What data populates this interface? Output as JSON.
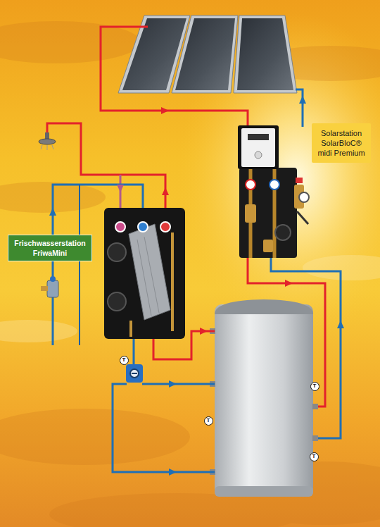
{
  "diagram": {
    "nodes": [
      {
        "text": [
          "Solarstation SolarBloC® midi Premium"
        ]
      },
      {
        "text": [
          "Frischwasserstation FriwaMini"
        ]
      },
      {
        "text": [
          "T"
        ]
      },
      {
        "text": [
          "T"
        ]
      },
      {
        "text": [
          "T"
        ]
      },
      {
        "text": [
          "T"
        ]
      }
    ]
  }
}
